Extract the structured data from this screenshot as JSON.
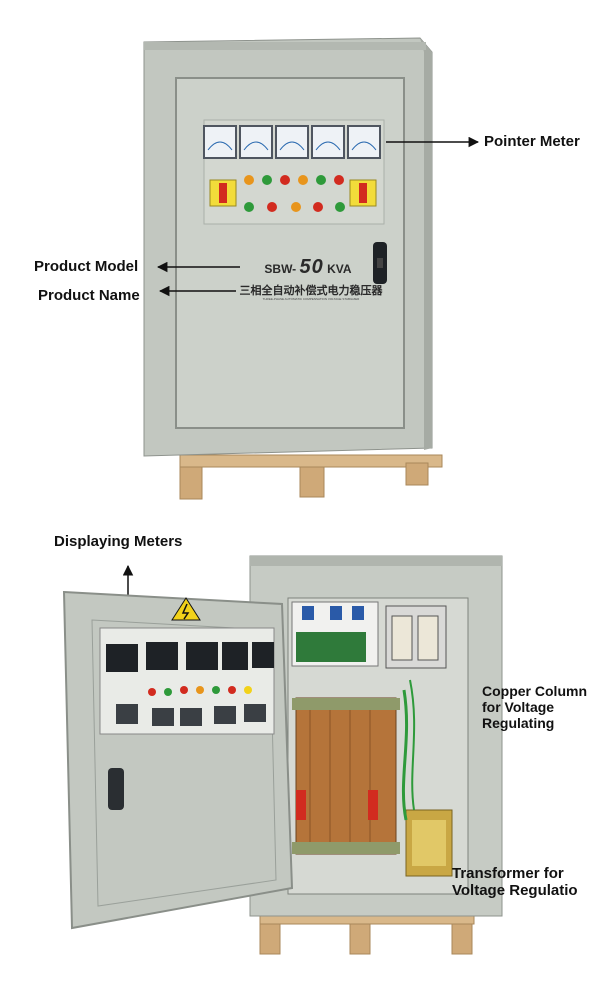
{
  "top_product": {
    "model_prefix": "SBW-",
    "model_number": "50",
    "model_unit": "KVA",
    "name_cn": "三相全自动补偿式电力稳压器",
    "name_en": "THREE-PHASE AUTOMATIC COMPENSATION VOLTAGE STABILIZER"
  },
  "annotations": {
    "pointer_meter": "Pointer Meter",
    "product_model": "Product Model",
    "product_name": "Product Name",
    "displaying_meters": "Displaying Meters",
    "copper_column": [
      "Copper Column",
      "for Voltage",
      "Regulating"
    ],
    "transformer": [
      "Transformer for",
      "Voltage Regulatio"
    ]
  },
  "colors": {
    "cabinet": "#c9cec7",
    "cabinet_dark": "#9aa09a",
    "pallet": "#d9b88a",
    "copper": "#b5743a",
    "indicator_red": "#d22b1f",
    "indicator_green": "#2e9a3a",
    "indicator_amber": "#e8951c"
  }
}
